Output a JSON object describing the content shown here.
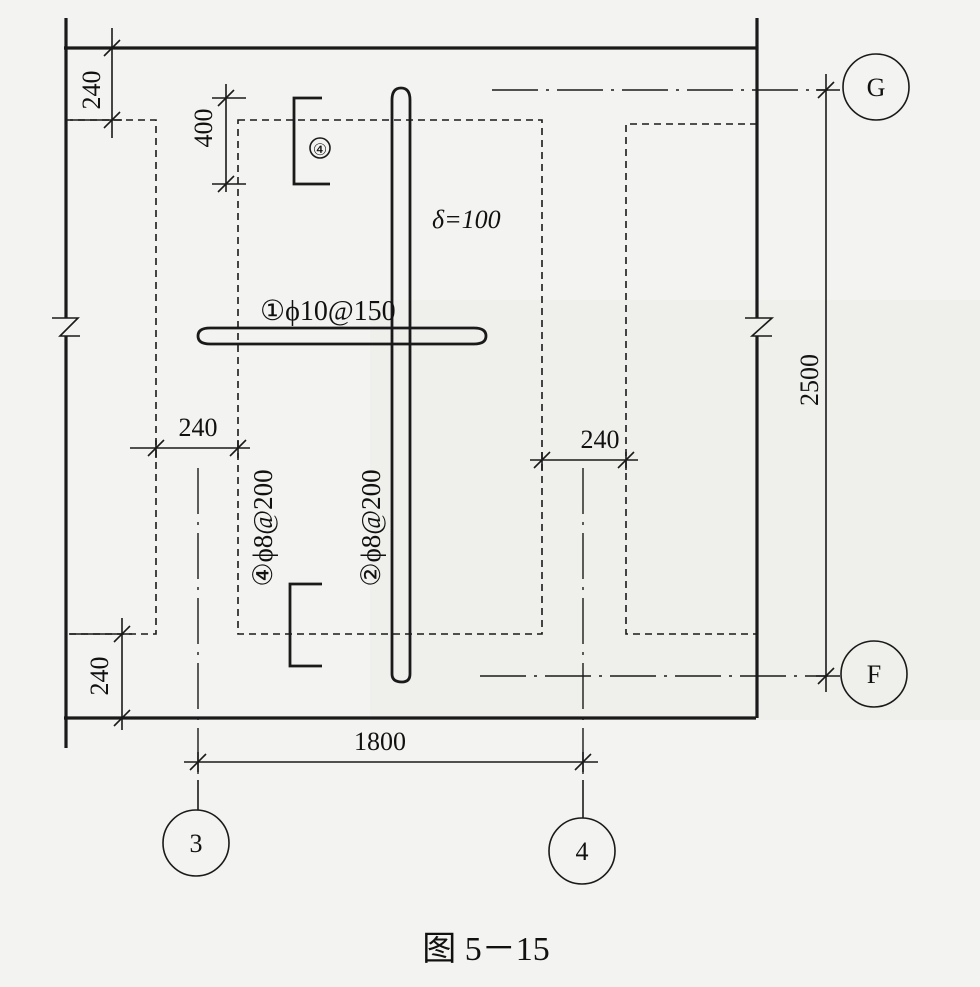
{
  "dimensions": {
    "top_wall": "240",
    "hook_length": "400",
    "thickness": "δ=100",
    "left_gap": "240",
    "right_gap": "240",
    "bottom_wall": "240",
    "span_y": "2500",
    "span_x": "1800"
  },
  "rebars": {
    "bar1": "①ϕ10@150",
    "bar2": "②ϕ8@200",
    "bar4": "④ϕ8@200",
    "bar4_mark": "④"
  },
  "axes": {
    "g": "G",
    "f": "F",
    "a3": "3",
    "a4": "4"
  },
  "caption": "图 5－15",
  "colors": {
    "ink": "#1a1a1a",
    "paper": "#f3f3f1"
  }
}
